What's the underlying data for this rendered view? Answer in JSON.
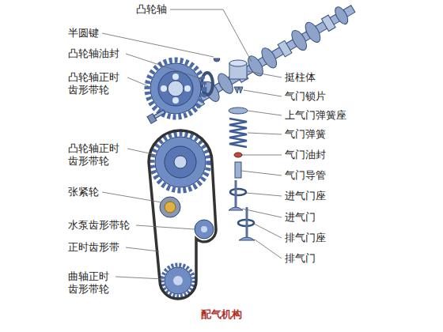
{
  "diagram": {
    "caption": "配气机构",
    "labels": [
      "凸轮轴",
      "半圆键",
      "凸轮轴油封",
      "凸轮轴正时 齿形带轮",
      "凸轮轴正时 齿形带轮",
      "张紧轮",
      "水泵齿形带轮",
      "正时齿形带",
      "曲轴正时 齿形带轮",
      "挺柱体",
      "气门锁片",
      "上气门弹簧座",
      "气门弹簧",
      "气门油封",
      "气门导管",
      "进气门座",
      "进气门",
      "排气门座",
      "排气门"
    ]
  }
}
